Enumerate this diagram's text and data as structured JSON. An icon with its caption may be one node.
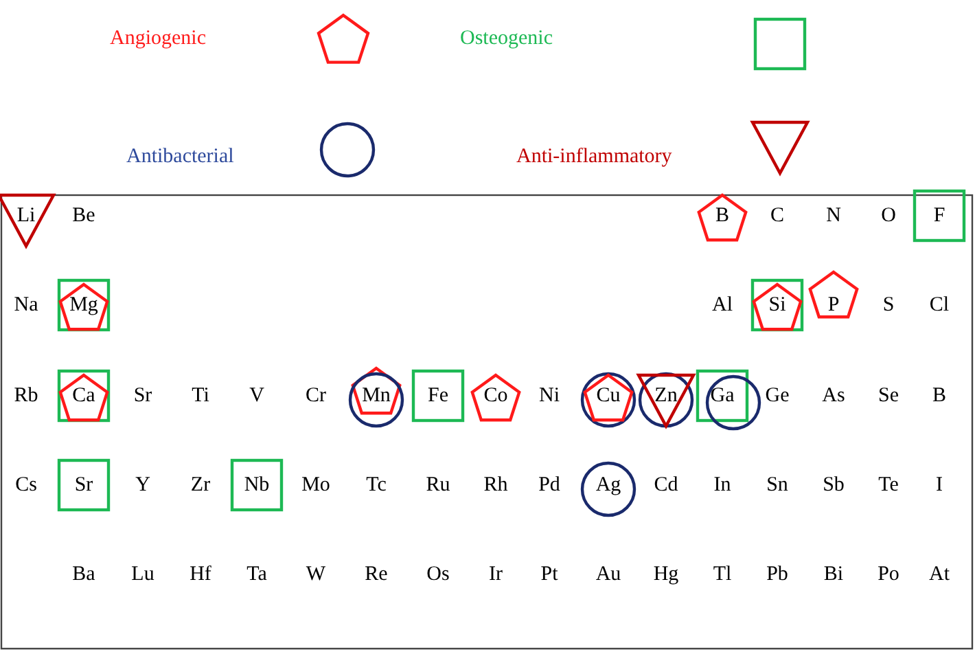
{
  "diagram": {
    "labels": [
      "Li",
      "Be",
      "B",
      "C",
      "N",
      "O",
      "F",
      "Na",
      "Mg",
      "Al",
      "Si",
      "P",
      "S",
      "Cl",
      "Rb",
      "Ca",
      "Sr",
      "Ti",
      "V",
      "Cr",
      "Mn",
      "Fe",
      "Co",
      "Ni",
      "Cu",
      "Zn",
      "Ga",
      "Ge",
      "As",
      "Se",
      "B",
      "Cs",
      "Sr",
      "Y",
      "Zr",
      "Nb",
      "Mo",
      "Tc",
      "Ru",
      "Rh",
      "Pd",
      "Ag",
      "Cd",
      "In",
      "Sn",
      "Sb",
      "Te",
      "I",
      "Ba",
      "Lu",
      "Hf",
      "Ta",
      "W",
      "Re",
      "Os",
      "Ir",
      "Pt",
      "Au",
      "Hg",
      "Tl",
      "Pb",
      "Bi",
      "Po",
      "At"
    ],
    "legend": [
      {
        "text": "Angiogenic"
      },
      {
        "text": "Osteogenic"
      },
      {
        "text": "Antibacterial"
      },
      {
        "text": "Anti-inflammatory"
      }
    ]
  }
}
